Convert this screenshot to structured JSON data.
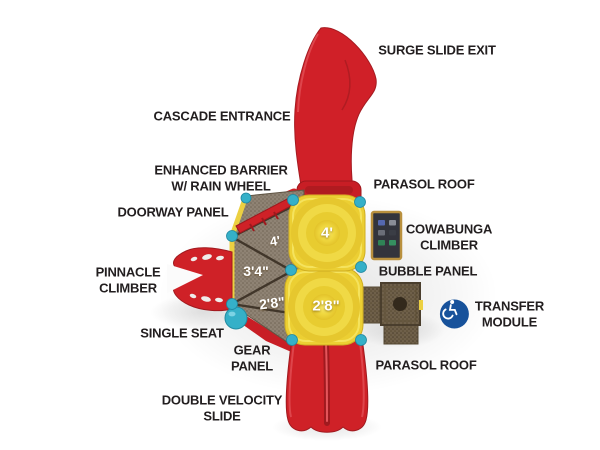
{
  "labels": {
    "surge_slide_exit": "SURGE SLIDE EXIT",
    "cascade_entrance": "CASCADE ENTRANCE",
    "enhanced_barrier": {
      "line1": "ENHANCED BARRIER",
      "line2": "W/ RAIN WHEEL"
    },
    "doorway_panel": "DOORWAY PANEL",
    "parasol_roof_top": "PARASOL ROOF",
    "cowabunga_climber": {
      "line1": "COWABUNGA",
      "line2": "CLIMBER"
    },
    "bubble_panel": "BUBBLE PANEL",
    "pinnacle_climber": {
      "line1": "PINNACLE",
      "line2": "CLIMBER"
    },
    "transfer_module": {
      "line1": "TRANSFER",
      "line2": "MODULE"
    },
    "single_seat": "SINGLE SEAT",
    "gear_panel": {
      "line1": "GEAR",
      "line2": "PANEL"
    },
    "parasol_roof_bottom": "PARASOL ROOF",
    "double_velocity_slide": {
      "line1": "DOUBLE VELOCITY",
      "line2": "SLIDE"
    }
  },
  "platform_heights": {
    "upper_deck": "4'",
    "upper_roof": "4'",
    "mid_deck": "3'4\"",
    "lower_deck": "2'8\"",
    "lower_roof": "2'8\""
  },
  "icons": {
    "transfer_module_icon": "wheelchair-accessibility-icon"
  },
  "colors": {
    "slide_red": "#d02028",
    "roof_yellow": "#f0d83f",
    "deck_mesh_brown": "#8f8374",
    "transfer_mesh_brown": "#6f604a",
    "connector_teal": "#35b0c8",
    "accessibility_blue": "#17529b",
    "label_text": "#221e1f"
  }
}
